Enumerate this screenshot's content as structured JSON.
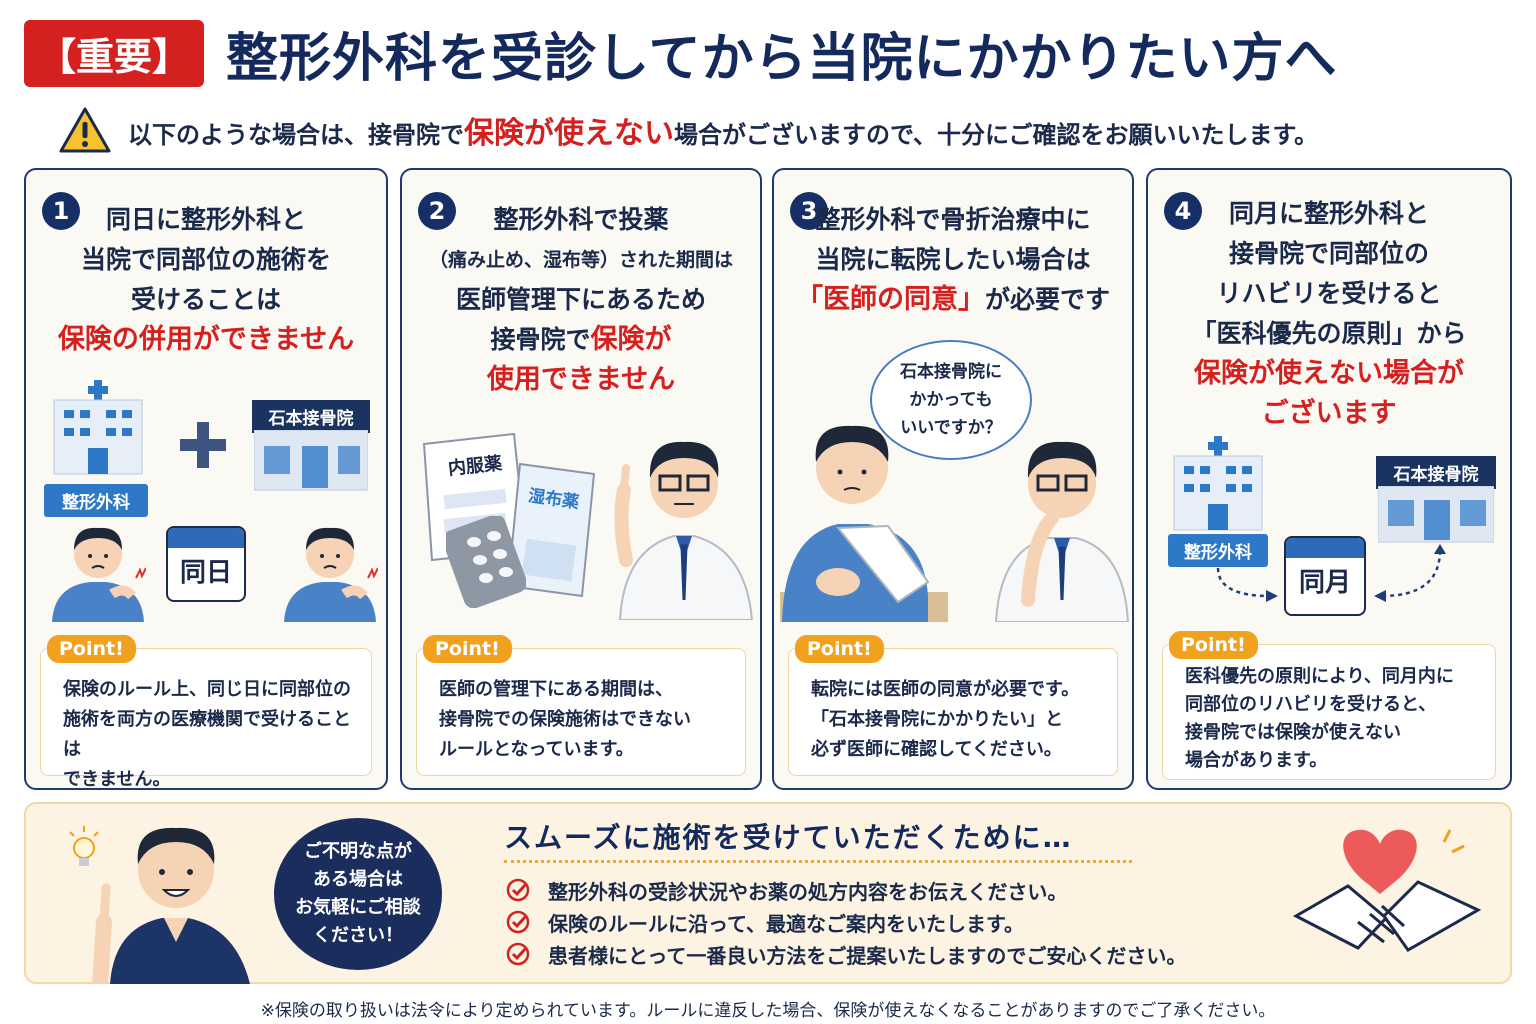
{
  "header": {
    "badge": "【重要】",
    "title": "整形外科を受診してから当院にかかりたい方へ"
  },
  "warning": {
    "before": "以下のような場合は、接骨院で",
    "highlight": "保険が使えない",
    "after": "場合がございますので、十分にご確認をお願いいたします。"
  },
  "cards": [
    {
      "number": "1",
      "lines": [
        "同日に整形外科と",
        "当院で同部位の施術を",
        "受けることは"
      ],
      "red": "保険の併用ができません",
      "label_hospital": "整形外科",
      "label_clinic": "石本接骨院",
      "calendar": "同日",
      "point_tag": "Point!",
      "point_lines": [
        "保険のルール上、同じ日に同部位の",
        "施術を両方の医療機関で受けることは",
        "できません。"
      ]
    },
    {
      "number": "2",
      "line1": "整形外科で投薬",
      "line2": "（痛み止め、湿布等）された期間は",
      "line3": "医師管理下にあるため",
      "line4_before": "接骨院で",
      "line4_red": "保険が",
      "red": "使用できません",
      "bag_label": "内服薬",
      "compress_label": "湿布薬",
      "point_tag": "Point!",
      "point_lines": [
        "医師の管理下にある期間は、",
        "接骨院での保険施術はできない",
        "ルールとなっています。"
      ]
    },
    {
      "number": "3",
      "lines": [
        "整形外科で骨折治療中に",
        "当院に転院したい場合は"
      ],
      "red": "「医師の同意」",
      "after_red": "が必要です",
      "speech_lines": [
        "石本接骨院に",
        "かかっても",
        "いいですか？"
      ],
      "point_tag": "Point!",
      "point_lines": [
        "転院には医師の同意が必要です。",
        "「石本接骨院にかかりたい」と",
        "必ず医師に確認してください。"
      ]
    },
    {
      "number": "4",
      "lines": [
        "同月に整形外科と",
        "接骨院で同部位の",
        "リハビリを受けると",
        "「医科優先の原則」から"
      ],
      "red_lines": [
        "保険が使えない場合が",
        "ございます"
      ],
      "label_hospital": "整形外科",
      "label_clinic": "石本接骨院",
      "calendar": "同月",
      "point_tag": "Point!",
      "point_lines": [
        "医科優先の原則により、同月内に",
        "同部位のリハビリを受けると、",
        "接骨院では保険が使えない",
        "場合があります。"
      ]
    }
  ],
  "bottom": {
    "bubble_lines": [
      "ご不明な点が",
      "ある場合は",
      "お気軽にご相談",
      "ください！"
    ],
    "title": "スムーズに施術を受けていただくために…",
    "checks": [
      "整形外科の受診状況やお薬の処方内容をお伝えください。",
      "保険のルールに沿って、最適なご案内をいたします。",
      "患者様にとって一番良い方法をご提案いたしますのでご安心ください。"
    ]
  },
  "footnote": "※保険の取り扱いは法令により定められています。ルールに違反した場合、保険が使えなくなることがありますのでご了承ください。",
  "colors": {
    "navy": "#142a5c",
    "red": "#d4201e",
    "point_orange": "#f0a21f",
    "hospital_blue": "#2e78c8"
  }
}
